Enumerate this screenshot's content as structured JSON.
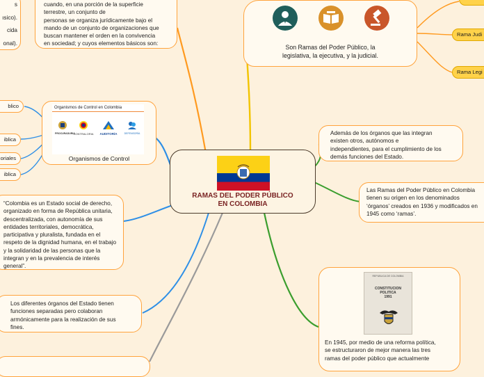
{
  "center": {
    "title_line1": "RAMAS DEL PODER PÚBLICO",
    "title_line2": "EN COLOMBIA"
  },
  "top_left_node": {
    "lines": [
      "cuando, en una porción de la superficie",
      "terrestre, un conjunto de",
      "personas se organiza jurídicamente bajo el",
      "mando de un conjunto de organizaciones que",
      "buscan mantener el orden en la convivencia",
      "en sociedad; y cuyos elementos básicos son:"
    ]
  },
  "left_edge_fragments": [
    "s",
    "ısico).",
    "cida",
    "onal)."
  ],
  "control_node": {
    "card_title": "Organismos de Control en Colombia",
    "logos": [
      "PROCURADURIA",
      "CONTRALORIA",
      "AUDITORÍA",
      "DEFENSORÍA"
    ],
    "caption": "Organismos de Control"
  },
  "left_pills": [
    "blico",
    "iblica",
    "oriales",
    "iblica"
  ],
  "quote_node": {
    "lines": [
      "“Colombia es un Estado social de derecho,",
      "organizado en forma de República unitaria,",
      "descentralizada, con autonomía de sus",
      "entidades territoriales, democrática,",
      "participativa y pluralista, fundada en el",
      "respeto de la dignidad humana, en el trabajo",
      "y la solidaridad de las personas que la",
      "integran y en la prevalencia de interés",
      "general”."
    ]
  },
  "organs_node": {
    "lines": [
      "Los diferentes órganos del Estado tienen",
      "funciones separadas pero colaboran",
      "armónicamente para la realización de sus",
      "fines."
    ]
  },
  "branches_node": {
    "lines": [
      "Son Ramas del Poder Público, la",
      "legislativa, la ejecutiva, y la judicial."
    ],
    "icons": [
      "executive-person-icon",
      "legislative-book-icon",
      "judicial-gavel-icon"
    ]
  },
  "right_pills": [
    "Rama Judi",
    "Rama Legi"
  ],
  "autonomous_node": {
    "lines": [
      "Además de los órganos que las integran",
      "existen otros, autónomos e",
      "independientes, para el cumplimiento de los",
      "demás funciones del Estado."
    ]
  },
  "origin_node": {
    "lines": [
      "Las Ramas del Poder Público en Colombia",
      "tienen su origen en los denominados",
      "‘órganos’ creados en 1936 y modificados en",
      "1945 como ‘ramas’."
    ]
  },
  "constitution_node": {
    "book_header": "REPUBLICA DE COLOMBIA",
    "book_title_1": "CONSTITUCION",
    "book_title_2": "POLITICA",
    "book_year": "1991",
    "lines": [
      "En 1945, por medio de una reforma política,",
      "se estructuraron de mejor manera las tres",
      "ramas del poder público que actualmente"
    ]
  },
  "colors": {
    "background": "#fdf1dd",
    "border_orange": "#ffa33c",
    "link_orange": "#ff9a1f",
    "link_yellow": "#f2c400",
    "link_blue": "#2e8fe6",
    "link_green": "#3b9e2e",
    "link_grey": "#9a9a9a",
    "flag_yellow": "#fcd116",
    "flag_blue": "#003893",
    "flag_red": "#ce1126",
    "center_text": "#7a2424"
  }
}
